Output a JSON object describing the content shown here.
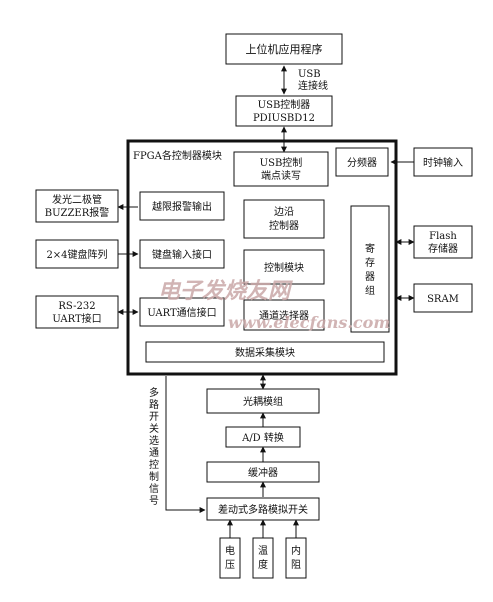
{
  "blocks": {
    "host_app": "上位机应用程序",
    "usb_link_1": "USB",
    "usb_link_2": "连接线",
    "usb_ctrl_1": "USB控制器",
    "usb_ctrl_2": "PDIUSBD12",
    "fpga_title": "FPGA各控制器模块",
    "usb_read_1": "USB控制",
    "usb_read_2": "端点读写",
    "divider": "分频器",
    "clock_in": "时钟输入",
    "led_buzzer_1": "发光二极管",
    "led_buzzer_2": "BUZZER报警",
    "overlimit": "越限报警输出",
    "edge_ctrl_1": "边沿",
    "edge_ctrl_2": "控制器",
    "register_group": "寄存器组",
    "flash_1": "Flash",
    "flash_2": "存储器",
    "keypad": "2×4键盘阵列",
    "key_if": "键盘输入接口",
    "ctrl_module": "控制模块",
    "sram": "SRAM",
    "rs232_1": "RS-232",
    "rs232_2": "UART接口",
    "uart_if": "UART通信接口",
    "channel_sel": "通道选择器",
    "data_acq": "数据采集模块",
    "optocoupler": "光耦模组",
    "adc": "A/D 转换",
    "buffer": "缓冲器",
    "mux": "差动式多路模拟开关",
    "voltage": "电压",
    "temperature": "温度",
    "resistance": "内阻",
    "mux_ctrl_signal": "多路开关选通控制信号"
  },
  "watermark": {
    "line1": "电子发烧友网",
    "line2": "www.elecfans.com"
  }
}
